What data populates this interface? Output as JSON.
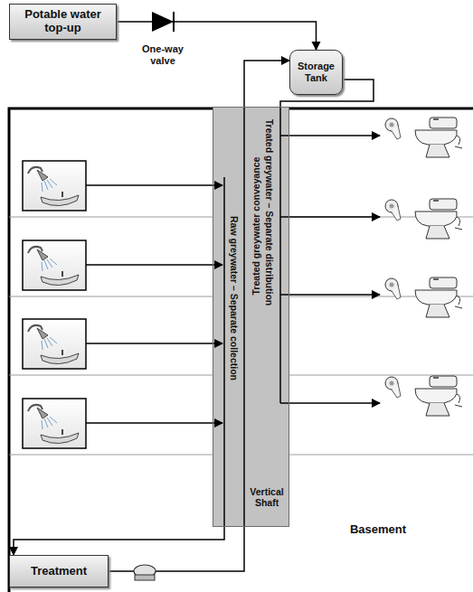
{
  "diagram": {
    "nodes": [
      {
        "text": [
          "Potable water top-up"
        ]
      },
      {
        "text": [
          "Storage Tank"
        ]
      },
      {
        "text": [
          "Vertical Shaft"
        ]
      },
      {
        "text": [
          "Treatment"
        ]
      }
    ],
    "edges": [
      {
        "from": 0,
        "to": 1,
        "arrow": "to"
      },
      {
        "from": 2,
        "to": 3,
        "arrow": "to"
      },
      {
        "from": 3,
        "to": 1,
        "arrow": "to"
      }
    ],
    "labels": [
      "One-way valve",
      "Raw greywater – Separate collection",
      "Treated greywater conveyance",
      "Treated greywater – Separate distribution",
      "Basement"
    ]
  }
}
